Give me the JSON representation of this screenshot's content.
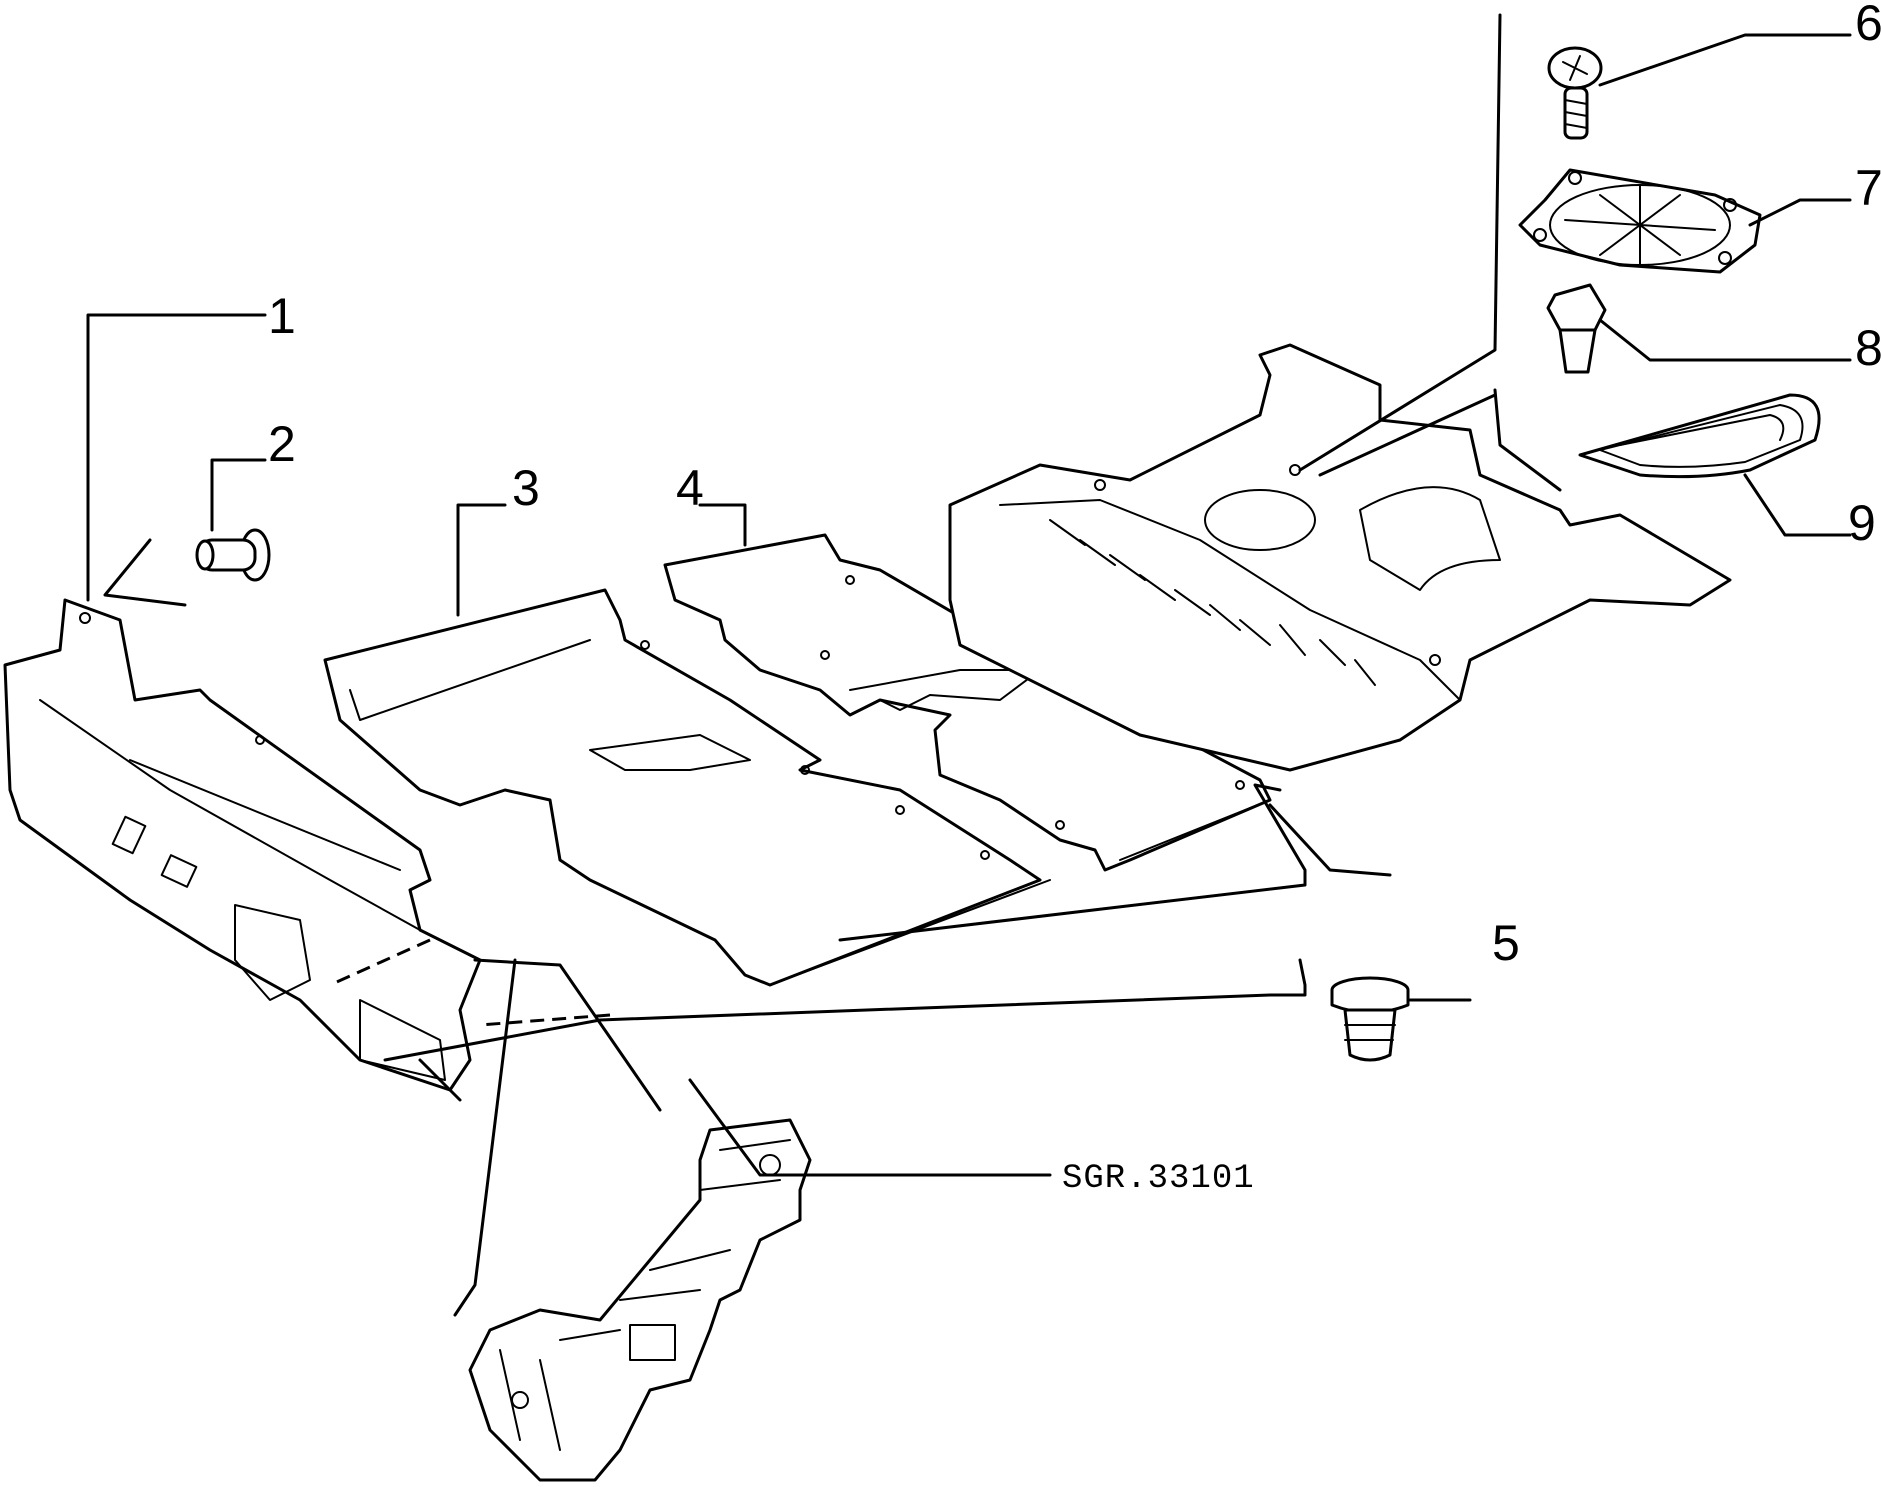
{
  "callouts": {
    "c1": "1",
    "c2": "2",
    "c3": "3",
    "c4": "4",
    "c5": "5",
    "c6": "6",
    "c7": "7",
    "c8": "8",
    "c9": "9"
  },
  "reference_code": "SGR.33101"
}
